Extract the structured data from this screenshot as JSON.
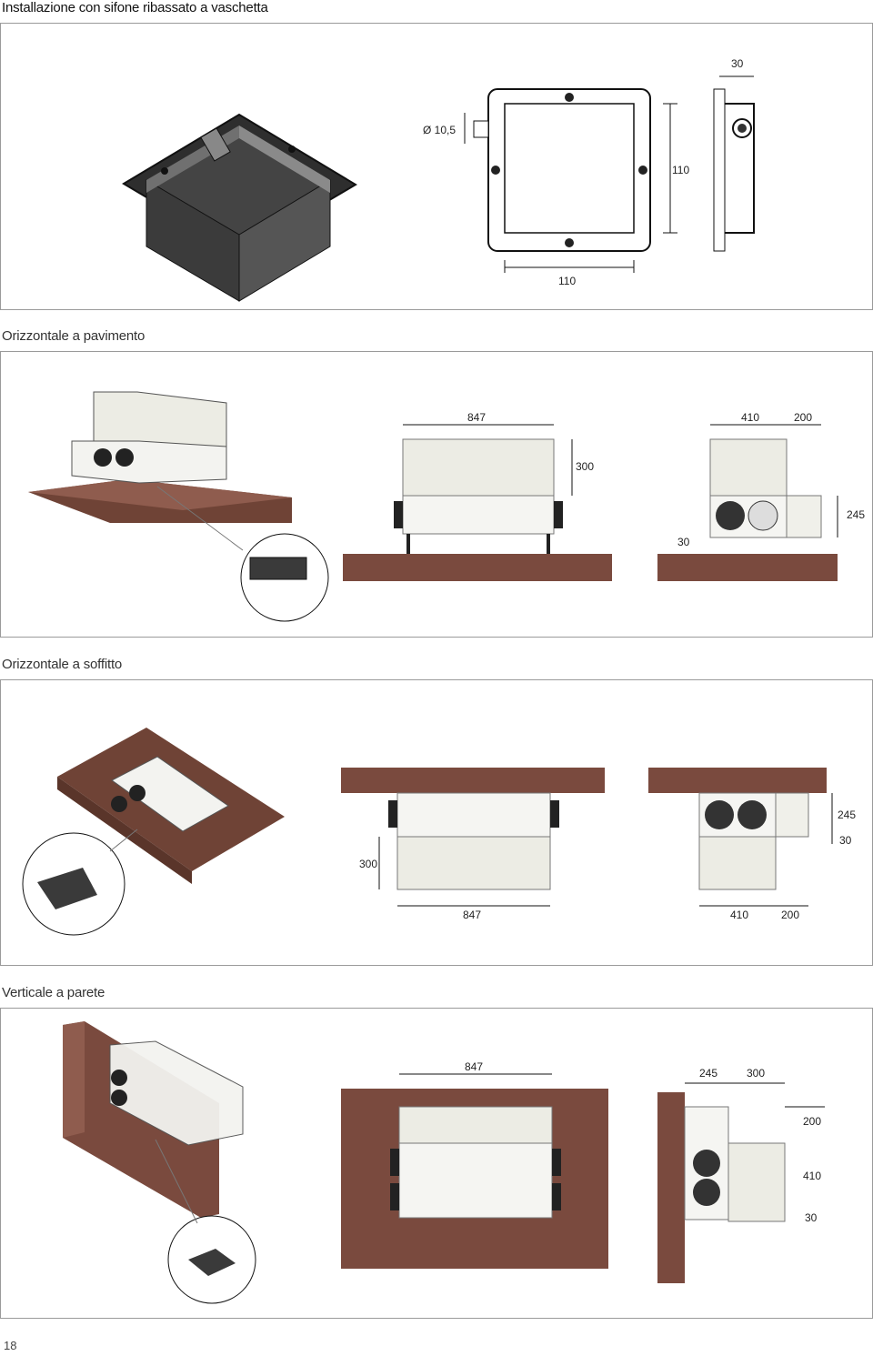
{
  "sections": [
    {
      "title": "Installazione con sifone ribassato a vaschetta",
      "dims": {
        "d30": "30",
        "diameter": "Ø 10,5",
        "h110": "110",
        "w110": "110"
      }
    },
    {
      "title": "Orizzontale a pavimento",
      "dims": {
        "w847": "847",
        "d410": "410",
        "d200": "200",
        "h300": "300",
        "h245": "245",
        "h30": "30"
      }
    },
    {
      "title": "Orizzontale a soffitto",
      "dims": {
        "h245": "245",
        "h30": "30",
        "h300": "300",
        "w847": "847",
        "d410": "410",
        "d200": "200"
      }
    },
    {
      "title": "Verticale a parete",
      "dims": {
        "w847": "847",
        "d245": "245",
        "d300": "300",
        "h200": "200",
        "h410": "410",
        "h30": "30"
      }
    }
  ],
  "page_number": "18",
  "colors": {
    "wood": "#7a4a3e",
    "wood_top": "#8f5c4e",
    "box_dark": "#3a3a3a",
    "panel": "#e9e9e2",
    "frame": "#9a9a9a"
  }
}
